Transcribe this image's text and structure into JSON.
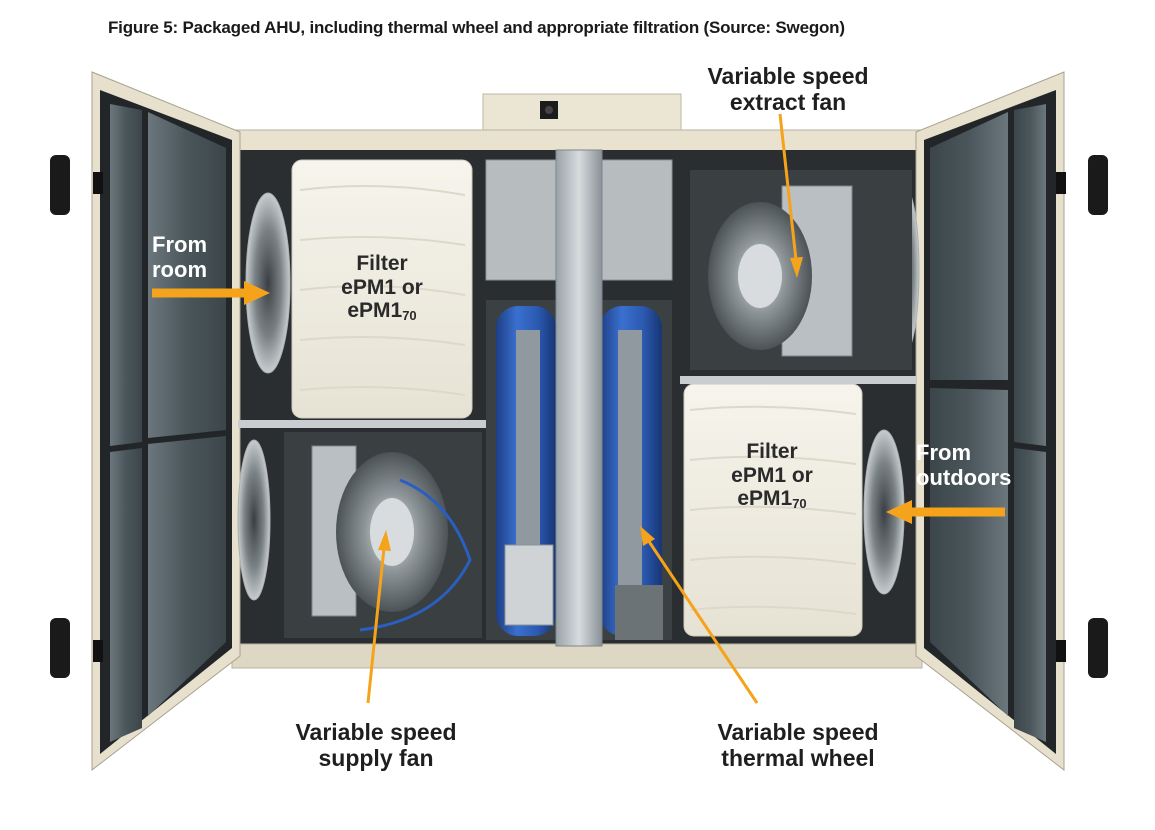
{
  "caption": "Figure 5: Packaged AHU, including thermal wheel and appropriate filtration (Source: Swegon)",
  "labels": {
    "extract_fan": [
      "Variable speed",
      "extract fan"
    ],
    "supply_fan": [
      "Variable speed",
      "supply fan"
    ],
    "thermal_wheel": [
      "Variable speed",
      "thermal wheel"
    ],
    "from_room": [
      "From",
      "room"
    ],
    "from_outdoors": [
      "From",
      "outdoors"
    ],
    "filter_left": [
      "Filter",
      "ePM1 or",
      "ePM1",
      "70"
    ],
    "filter_right": [
      "Filter",
      "ePM1 or",
      "ePM1",
      "70"
    ]
  },
  "colors": {
    "arrow": "#f5a31a",
    "cabinet": "#e8e2cf",
    "door_panel": "#4d5a60",
    "wheel_blue": "#2d5fb8",
    "filter": "#f1efe6"
  }
}
